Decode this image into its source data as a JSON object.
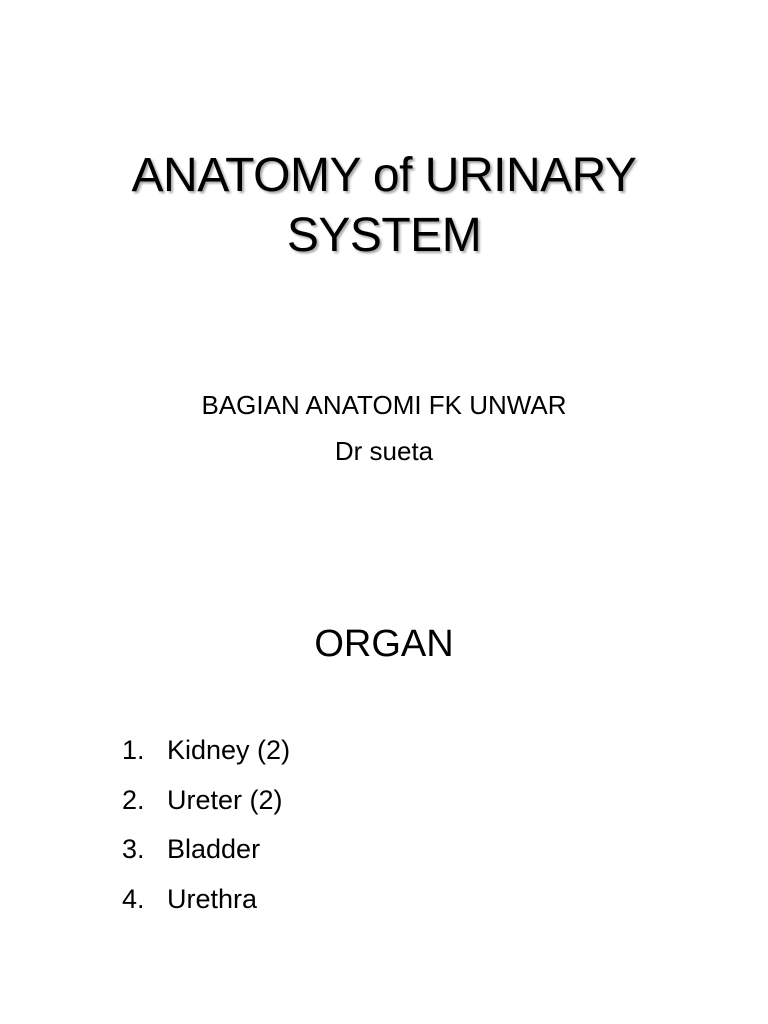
{
  "slides": [
    {
      "title_line1": "ANATOMY of URINARY",
      "title_line2": "SYSTEM",
      "subtitle_line1": "BAGIAN ANATOMI FK UNWAR",
      "subtitle_line2": "Dr sueta"
    },
    {
      "heading": "ORGAN",
      "items": [
        {
          "num": "1.",
          "text": "Kidney (2)"
        },
        {
          "num": "2.",
          "text": "Ureter (2)"
        },
        {
          "num": "3.",
          "text": "Bladder"
        },
        {
          "num": "4.",
          "text": "Urethra"
        }
      ]
    }
  ]
}
